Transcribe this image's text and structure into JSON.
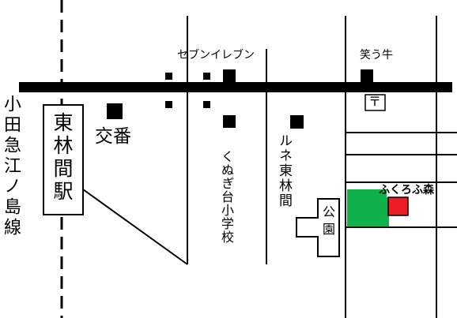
{
  "map": {
    "railway_label": "小田急江ノ島線",
    "station_label": "東林間駅",
    "police_box_label": "交番",
    "seven_eleven_label": "セブンイレブン",
    "waraushi_label": "笑う牛",
    "school_label": "くぬぎ台小学校",
    "lune_label": "ルネ東林間",
    "park_label": "公園",
    "fukurou_label": "ふくろふ森",
    "post_office_symbol": "〒",
    "colors": {
      "park_green": "#0fb14a",
      "fukurou_red": "#ee1c25",
      "building_black": "#000000",
      "road_line": "#000000"
    }
  }
}
